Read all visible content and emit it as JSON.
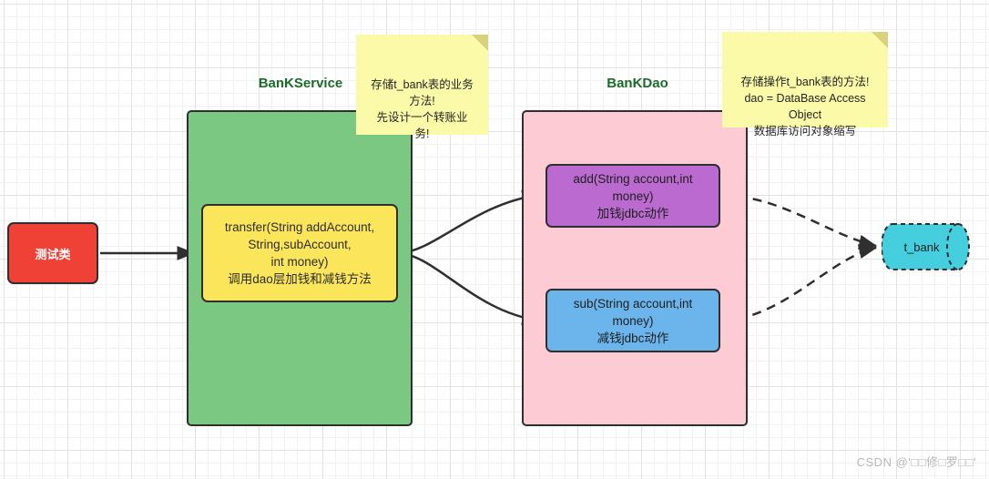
{
  "diagram": {
    "titles": {
      "service": "BanKService",
      "dao": "BanKDao"
    },
    "nodes": {
      "test_class": {
        "label": "测试类",
        "color": "#ef4136"
      },
      "service_container": {
        "color": "#7ac882"
      },
      "transfer_method": {
        "label": "transfer(String addAccount,\nString,subAccount,\nint money)\n调用dao层加钱和减钱方法",
        "color": "#fbe55b"
      },
      "dao_container": {
        "color": "#fccbd3"
      },
      "add_method": {
        "label": "add(String account,int\nmoney)\n加钱jdbc动作",
        "color": "#bb6bd0"
      },
      "sub_method": {
        "label": "sub(String account,int\nmoney)\n减钱jdbc动作",
        "color": "#6cb4ec"
      },
      "database": {
        "label": "t_bank",
        "color": "#45cede"
      }
    },
    "notes": {
      "service_note": "存储t_bank表的业务\n方法!\n先设计一个转账业\n务!",
      "dao_note": "存储操作t_bank表的方法!\ndao = DataBase Access\nObject\n数据库访问对象缩写"
    },
    "edges": [
      {
        "name": "test-to-transfer",
        "style": "solid",
        "from": "test_class",
        "to": "transfer_method"
      },
      {
        "name": "transfer-to-add",
        "style": "solid",
        "from": "transfer_method",
        "to": "add_method"
      },
      {
        "name": "transfer-to-sub",
        "style": "solid",
        "from": "transfer_method",
        "to": "sub_method"
      },
      {
        "name": "add-to-db",
        "style": "dashed",
        "from": "add_method",
        "to": "database"
      },
      {
        "name": "sub-to-db",
        "style": "dashed",
        "from": "sub_method",
        "to": "database"
      }
    ],
    "watermark": "CSDN @'□□修□罗□□'"
  }
}
